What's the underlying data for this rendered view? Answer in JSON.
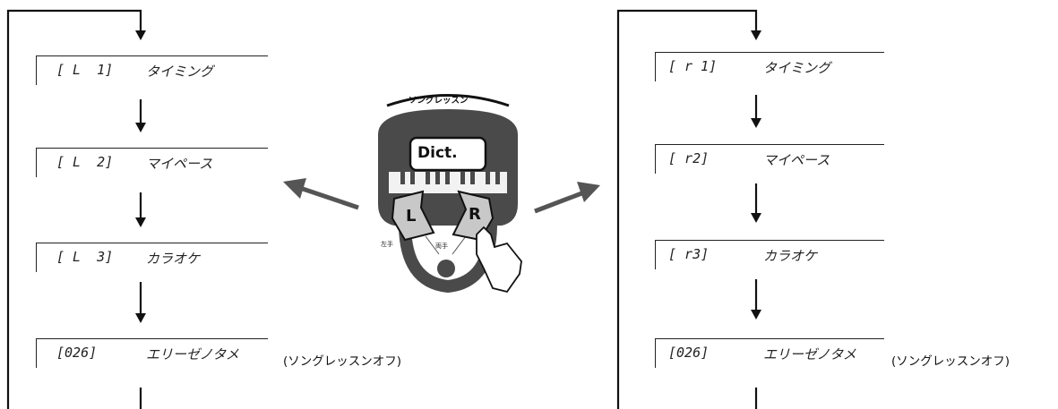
{
  "left_flow": {
    "displays": [
      {
        "code": "[ L  1]",
        "label": "タイミング"
      },
      {
        "code": "[ L  2]",
        "label": "マイペース"
      },
      {
        "code": "[ L  3]",
        "label": "カラオケ"
      },
      {
        "code": "[026]",
        "label": "エリーゼノタメ"
      }
    ],
    "note": "(ソングレッスンオフ)"
  },
  "right_flow": {
    "displays": [
      {
        "code": "[ r 1]",
        "label": "タイミング"
      },
      {
        "code": "[ r2]",
        "label": "マイペース"
      },
      {
        "code": "[ r3]",
        "label": "カラオケ"
      },
      {
        "code": "[026]",
        "label": "エリーゼノタメ"
      }
    ],
    "note": "(ソングレッスンオフ)"
  },
  "keyboard_panel": {
    "title": "ソングレッスン",
    "dict_button": "Dict.",
    "left_button": "L",
    "right_button": "R",
    "left_hand": "左手",
    "both_hands": "両手"
  },
  "colors": {
    "panel": "#4a4a4a",
    "button": "#c8c8c8",
    "line": "#111111"
  }
}
